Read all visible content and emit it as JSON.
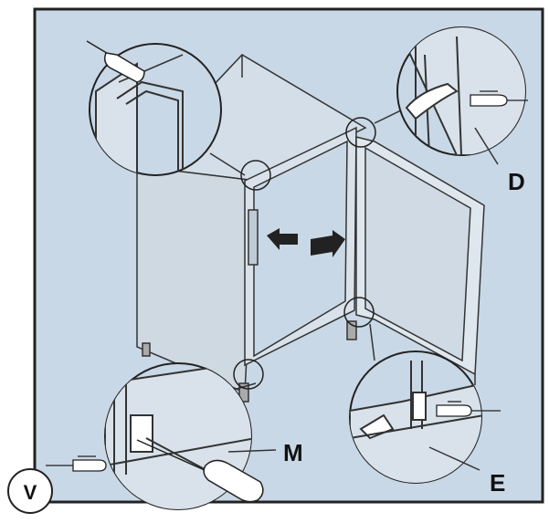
{
  "labels": {
    "d": "D",
    "e": "E",
    "m": "M",
    "v": "V"
  },
  "colors": {
    "background_panel": "#c9d8e6",
    "frame": "#222222",
    "line": "#333333",
    "appliance_side": "#cfd9e2",
    "appliance_front": "#d9e2ea",
    "arrow": "#222222"
  },
  "icons": [
    "screwdriver-icon",
    "hand-icon",
    "double-arrow-icon"
  ]
}
